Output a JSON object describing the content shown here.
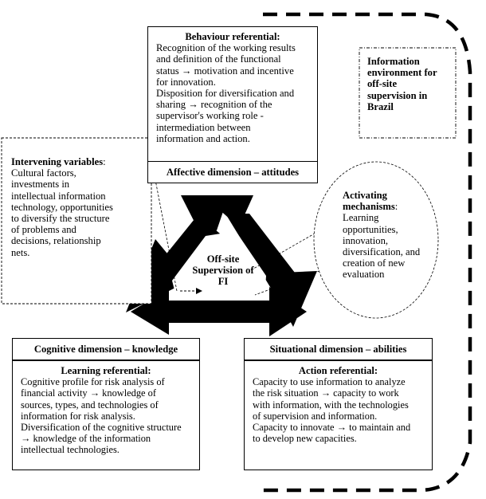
{
  "behaviour": {
    "title": "Behaviour referential:",
    "body": "Recognition of the working results\nand definition of the functional\nstatus → motivation and incentive\nfor innovation.\nDisposition for diversification and\nsharing → recognition of the\nsupervisor's working role -\nintermediation between\ninformation and action.",
    "footer": "Affective dimension – attitudes"
  },
  "information_environment": "Information\nenvironment for\noff-site\nsupervision in\nBrazil",
  "intervening": {
    "title": "Intervening variables",
    "colon": ":",
    "body": "Cultural factors,\ninvestments in\nintellectual information\ntechnology, opportunities\nto diversify the structure\nof problems and\ndecisions, relationship\nnets."
  },
  "activating": {
    "title": "Activating\nmechanisms",
    "colon": ":",
    "body": "Learning\nopportunities,\ninnovation,\ndiversification, and\ncreation of new\nevaluation"
  },
  "center_label": "Off-site\nSupervision of\nFI",
  "cognitive": {
    "header": "Cognitive dimension – knowledge",
    "title": "Learning referential:",
    "body": "Cognitive profile for risk analysis of\nfinancial activity → knowledge of\nsources, types, and technologies of\ninformation for risk analysis.\nDiversification of the cognitive structure\n→ knowledge of the information\nintellectual technologies."
  },
  "situational": {
    "header": "Situational dimension – abilities",
    "title": "Action referential:",
    "body": "Capacity to use information to analyze\nthe risk situation → capacity to work\nwith information, with the technologies\nof supervision and information.\nCapacity to innovate → to maintain and\nto develop new capacities."
  }
}
